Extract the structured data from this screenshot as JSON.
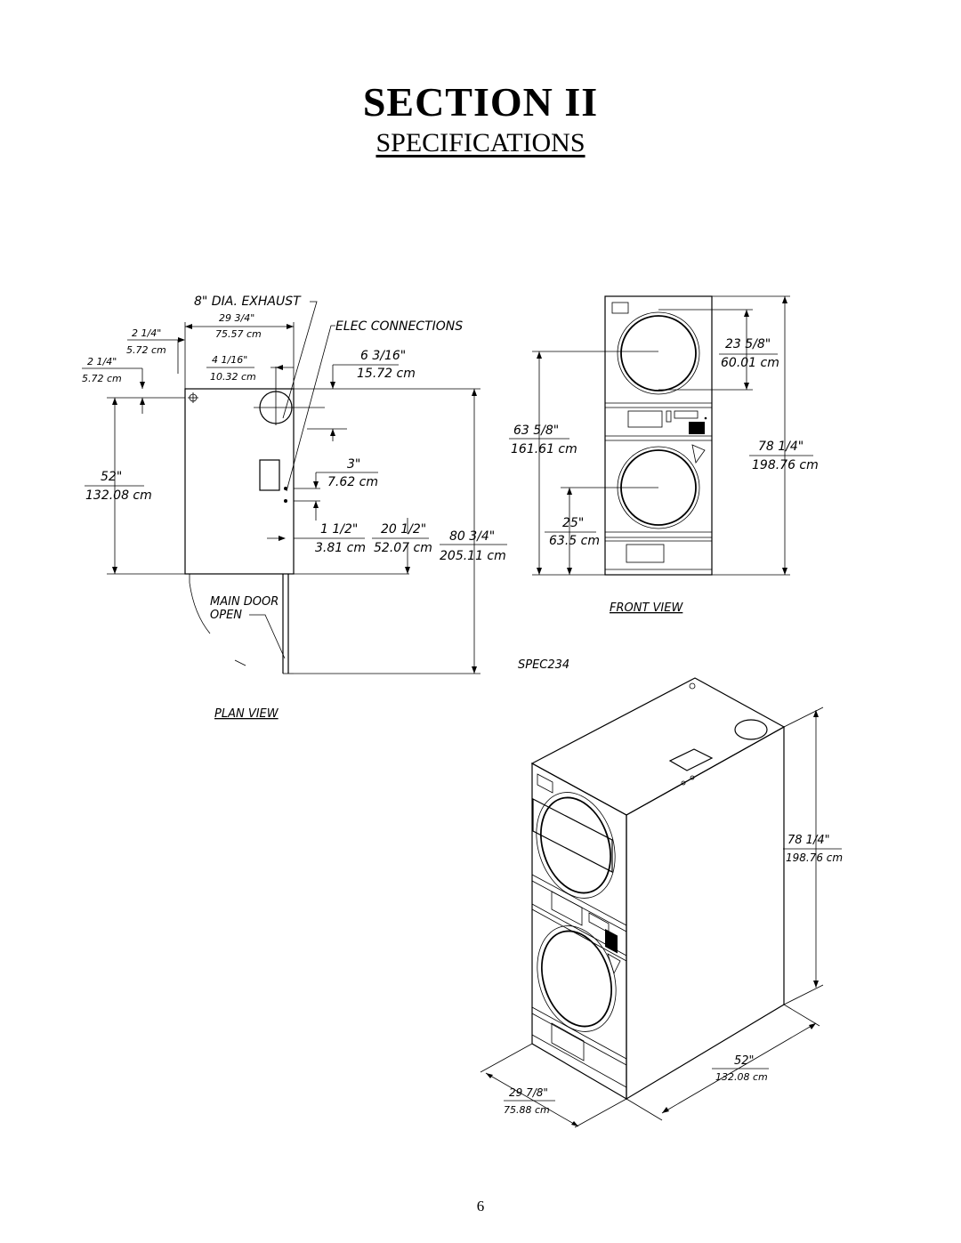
{
  "header": {
    "section": "SECTION II",
    "subtitle": "SPECIFICATIONS"
  },
  "plan_view": {
    "label": "PLAN VIEW",
    "exhaust": "8\" DIA. EXHAUST",
    "elec": "ELEC CONNECTIONS",
    "door": [
      "MAIN DOOR",
      "OPEN"
    ],
    "dims": {
      "width_in": "29 3/4\"",
      "width_cm": "75.57 cm",
      "left1_in": "2 1/4\"",
      "left1_cm": "5.72 cm",
      "left2_in": "2 1/4\"",
      "left2_cm": "5.72 cm",
      "exh_in": "4 1/16\"",
      "exh_cm": "10.32 cm",
      "elec_in": "6 3/16\"",
      "elec_cm": "15.72 cm",
      "depth_in": "52\"",
      "depth_cm": "132.08 cm",
      "e3_in": "3\"",
      "e3_cm": "7.62 cm",
      "e15_in": "1 1/2\"",
      "e15_cm": "3.81 cm",
      "e20_in": "20 1/2\"",
      "e20_cm": "52.07 cm",
      "open_in": "80 3/4\"",
      "open_cm": "205.11 cm"
    }
  },
  "front_view": {
    "label": "FRONT VIEW",
    "dims": {
      "top_in": "23 5/8\"",
      "top_cm": "60.01 cm",
      "mid_in": "63 5/8\"",
      "mid_cm": "161.61 cm",
      "bot_in": "25\"",
      "bot_cm": "63.5 cm",
      "height_in": "78 1/4\"",
      "height_cm": "198.76 cm"
    }
  },
  "iso_view": {
    "spec_code": "SPEC234",
    "dims": {
      "height_in": "78 1/4\"",
      "height_cm": "198.76 cm",
      "depth_in": "52\"",
      "depth_cm": "132.08 cm",
      "width_in": "29 7/8\"",
      "width_cm": "75.88 cm"
    }
  },
  "footer": {
    "page_number": "6"
  }
}
